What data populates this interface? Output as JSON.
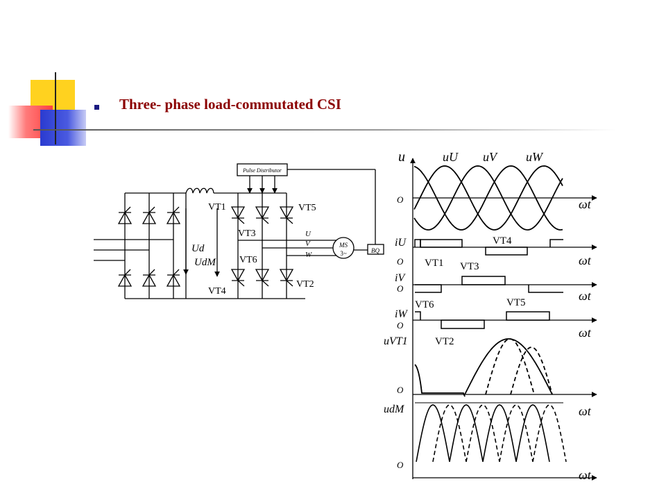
{
  "slide": {
    "title": "Three- phase load-commutated CSI"
  },
  "circuit": {
    "pulse_distributor": "Pulse Distributor",
    "motor_line1": "MS",
    "motor_line2": "3~",
    "sensor": "BQ",
    "ud": "Ud",
    "udm": "UdM",
    "phase_u": "U",
    "phase_v": "V",
    "phase_w": "W",
    "vt1": "VT1",
    "vt2": "VT2",
    "vt3": "VT3",
    "vt4": "VT4",
    "vt5": "VT5",
    "vt6": "VT6"
  },
  "waveforms": {
    "u_axis": "u",
    "uu": "uU",
    "uv": "uV",
    "uw": "uW",
    "origin": "O",
    "omega_t": "ωt",
    "iu": "iU",
    "iv": "iV",
    "iw": "iW",
    "uvt1": "uVT1",
    "udm": "udM",
    "vt1": "VT1",
    "vt2": "VT2",
    "vt3": "VT3",
    "vt4": "VT4",
    "vt5": "VT5",
    "vt6": "VT6"
  },
  "colors": {
    "title": "#8b0000",
    "deco_yellow": "#ffd21f",
    "deco_red": "#ff4040",
    "deco_blue": "#2a3bd0"
  }
}
